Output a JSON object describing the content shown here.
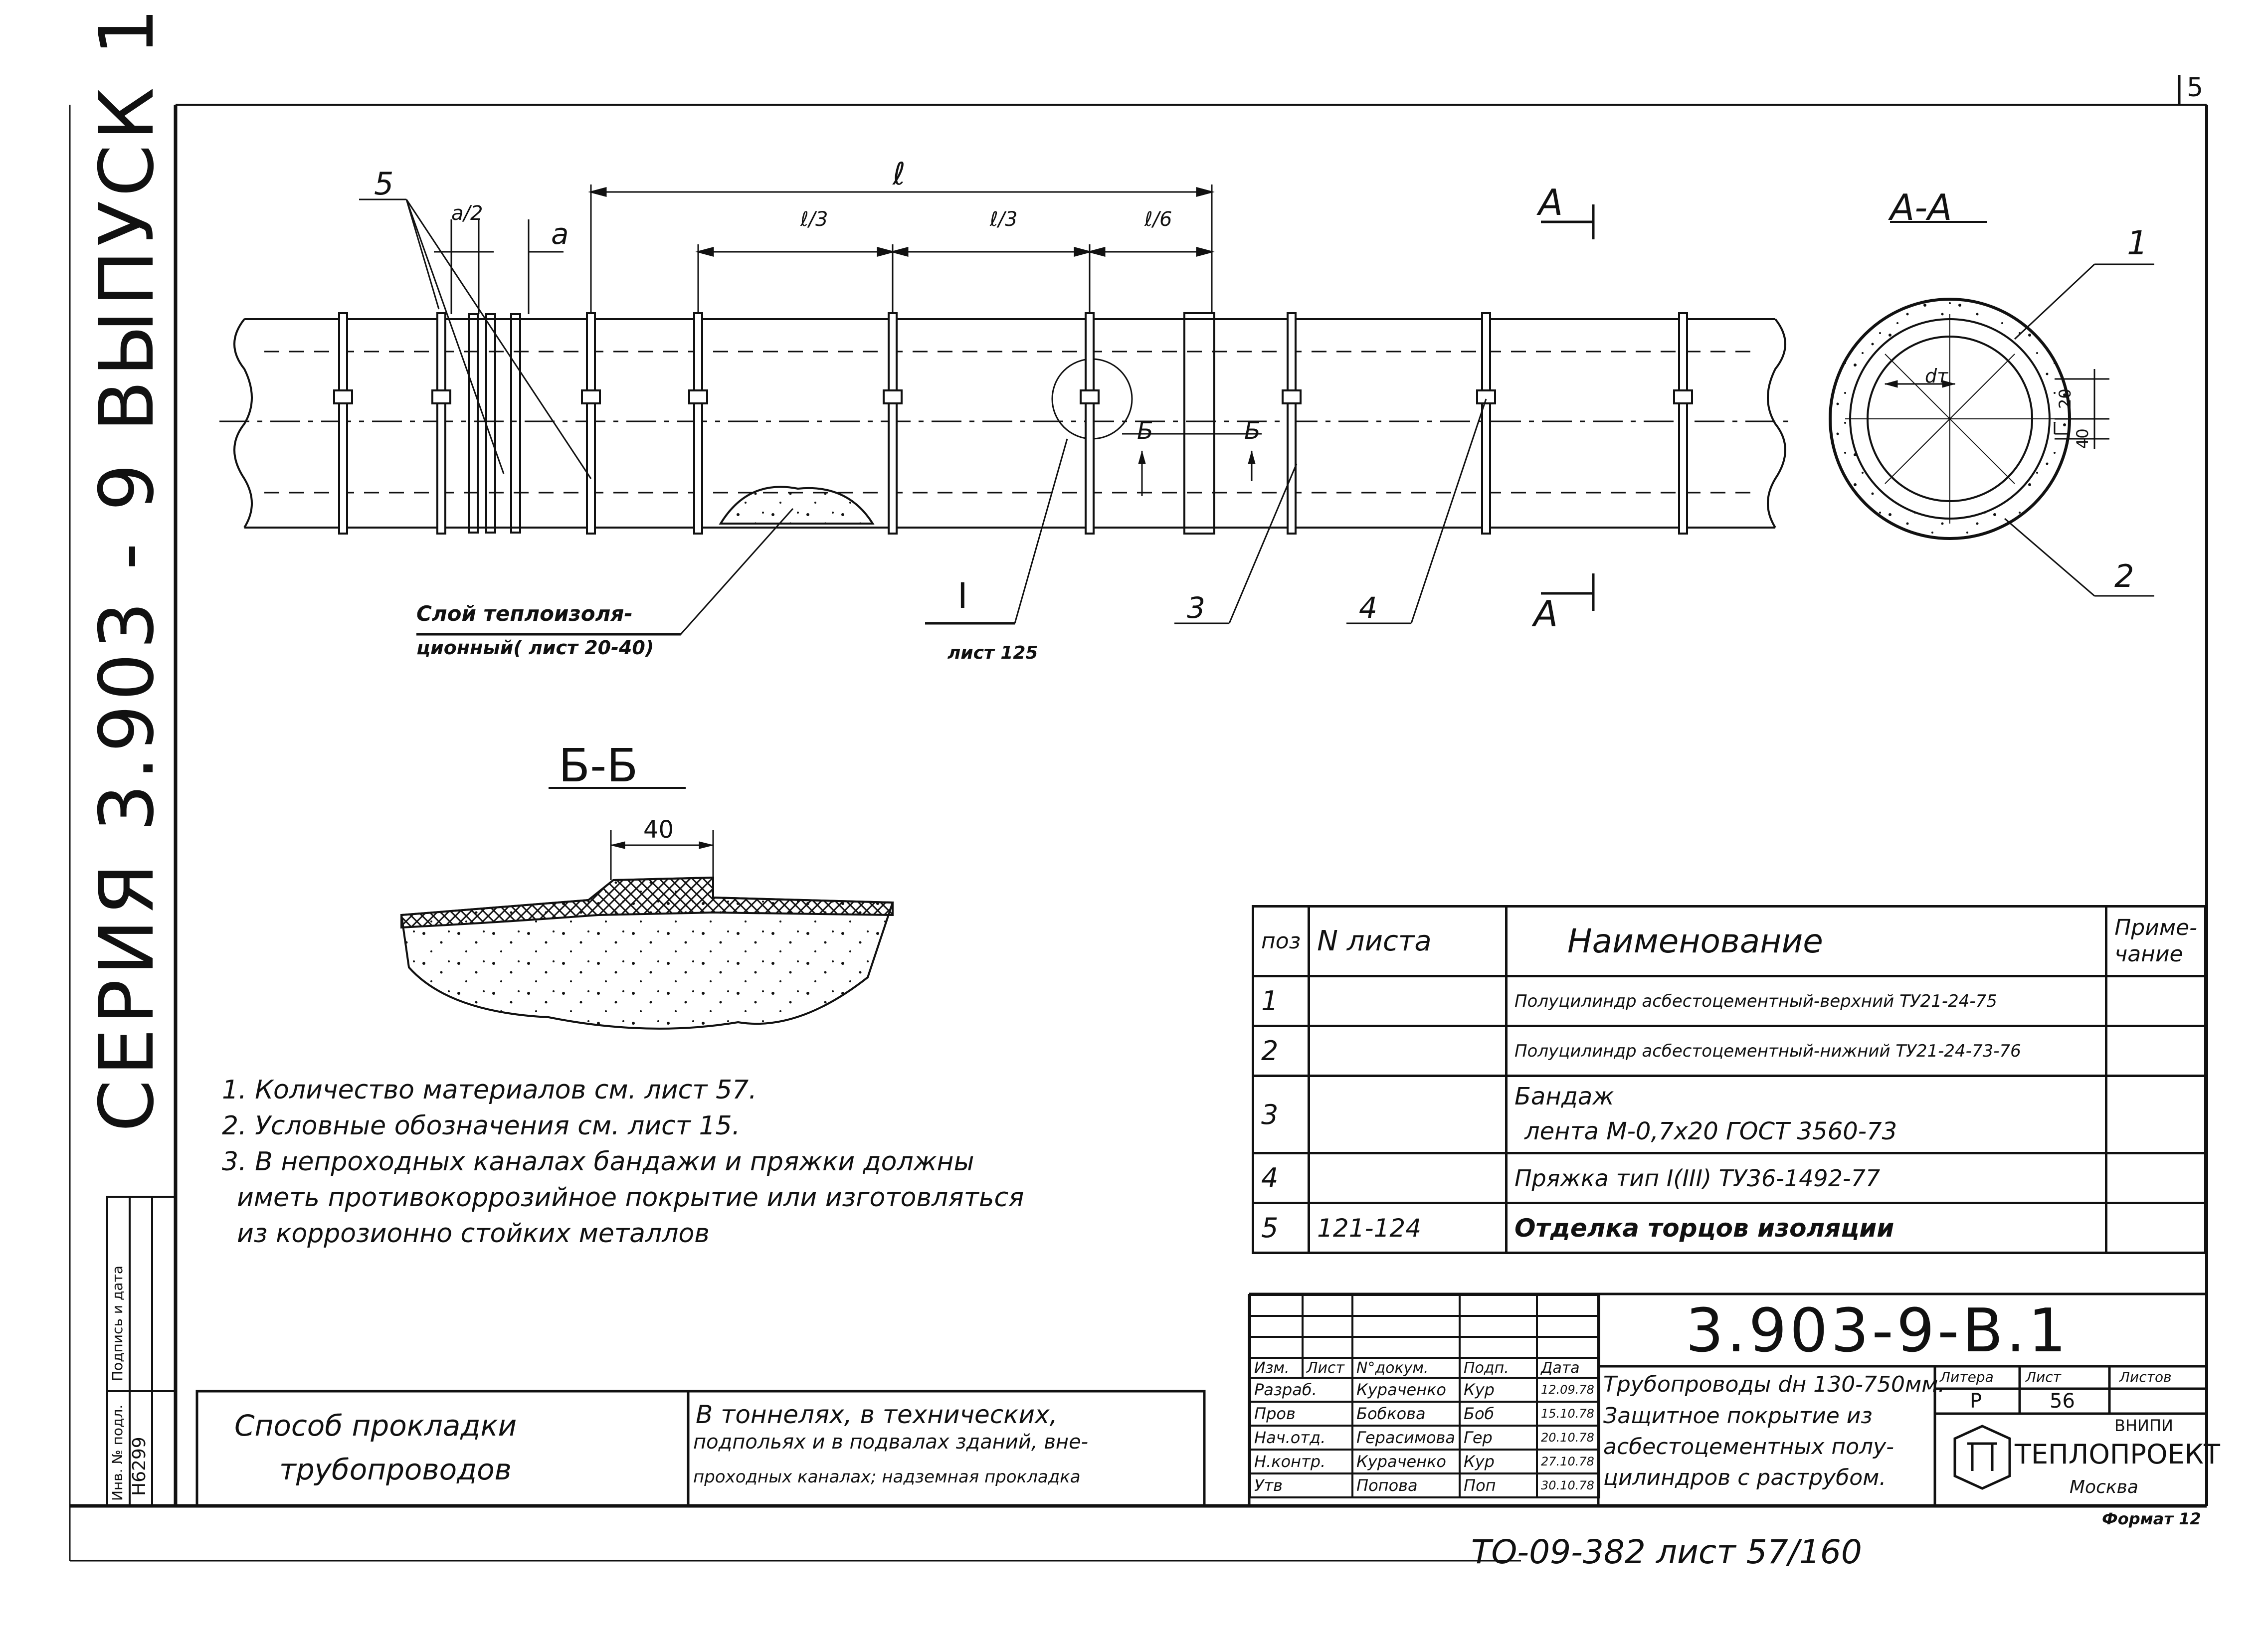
{
  "sheet": {
    "page_number": "5",
    "series_vertical": "СЕРИЯ   3.903 - 9     ВЫПУСК 1",
    "footer_archive": "ТО-09-382  лист 57/160",
    "format": "Формат 12"
  },
  "drawing": {
    "dims": {
      "l": "ℓ",
      "a": "a",
      "a_half": "a/2",
      "l3_1": "ℓ/3",
      "l3_2": "ℓ/3",
      "l6": "ℓ/6"
    },
    "section_marks": {
      "A_top": "А",
      "A_bottom": "А",
      "B_1": "Б",
      "B_2": "Б"
    },
    "callouts": {
      "c1": "1",
      "c2": "2",
      "c3": "3",
      "c4": "4",
      "c5": "5",
      "cI": "I"
    },
    "sheet_ref_I": "лист 125",
    "insulation_label_1": "Слой теплоизоля-",
    "insulation_label_2": "ционный( лист 20-40)",
    "section_AA_title": "А-А",
    "section_AA_dim_20": "20",
    "section_AA_dim_40": "40",
    "section_AA_dt": "dт",
    "section_BB_title": "Б-Б",
    "section_BB_dim_40": "40"
  },
  "notes": [
    "1. Количество материалов см. лист 57.",
    "2. Условные обозначения см. лист 15.",
    "3. В непроходных каналах бандажи и пряжки должны",
    "иметь противокоррозийное покрытие или изготовляться",
    "из коррозионно стойких металлов"
  ],
  "spec_table": {
    "headers": {
      "pos": "поз",
      "sheet": "N листа",
      "name": "Наименование",
      "note_1": "Приме-",
      "note_2": "чание"
    },
    "rows": [
      {
        "pos": "1",
        "sheet": "",
        "name_1": "Полуцилиндр асбестоцементный-верхний ТУ21-24-75",
        "name_2": ""
      },
      {
        "pos": "2",
        "sheet": "",
        "name_1": "Полуцилиндр асбестоцементный-нижний ТУ21-24-73-76",
        "name_2": ""
      },
      {
        "pos": "3",
        "sheet": "",
        "name_1": "Бандаж",
        "name_2": "лента М-0,7х20 ГОСТ 3560-73"
      },
      {
        "pos": "4",
        "sheet": "",
        "name_1": "Пряжка тип I(III) ТУ36-1492-77",
        "name_2": ""
      },
      {
        "pos": "5",
        "sheet": "121-124",
        "name_1": "Отделка торцов изоляции",
        "name_2": ""
      }
    ]
  },
  "method_box": {
    "label_1": "Способ прокладки",
    "label_2": "трубопроводов",
    "value_1": "В тоннелях, в технических,",
    "value_2": "подпольях и в подвалах зданий, вне-",
    "value_3": "проходных каналах; надземная прокладка"
  },
  "side_stamp": {
    "inv": "Инв. № подл.",
    "sign": "Подпись и дата",
    "number": "Н6299"
  },
  "title_block": {
    "code": "3.903-9-В.1",
    "headers": {
      "izm": "Изм.",
      "list": "Лист",
      "ndoc": "N°докум.",
      "podp": "Подп.",
      "data": "Дата"
    },
    "staff": [
      {
        "role": "Разраб.",
        "name": "Кураченко",
        "sign": "Кур",
        "date": "12.09.78"
      },
      {
        "role": "Пров",
        "name": "Бобкова",
        "sign": "Боб",
        "date": "15.10.78"
      },
      {
        "role": "Нач.отд.",
        "name": "Герасимова",
        "sign": "Гер",
        "date": "20.10.78"
      },
      {
        "role": "Н.контр.",
        "name": "Кураченко",
        "sign": "Кур",
        "date": "27.10.78"
      },
      {
        "role": "Утв",
        "name": "Попова",
        "sign": "Поп",
        "date": "30.10.78"
      }
    ],
    "description_1": "Трубопроводы dн 130-750мм.",
    "description_2": "Защитное покрытие из",
    "description_3": "асбестоцементных полу-",
    "description_4": "цилиндров с раструбом.",
    "litera_label": "Литера",
    "sheet_label": "Лист",
    "sheets_label": "Листов",
    "litera": "Р",
    "sheet": "56",
    "sheets": "",
    "org_1": "ВНИПИ",
    "org_2": "ТЕПЛОПРОЕКТ",
    "org_3": "Москва"
  }
}
